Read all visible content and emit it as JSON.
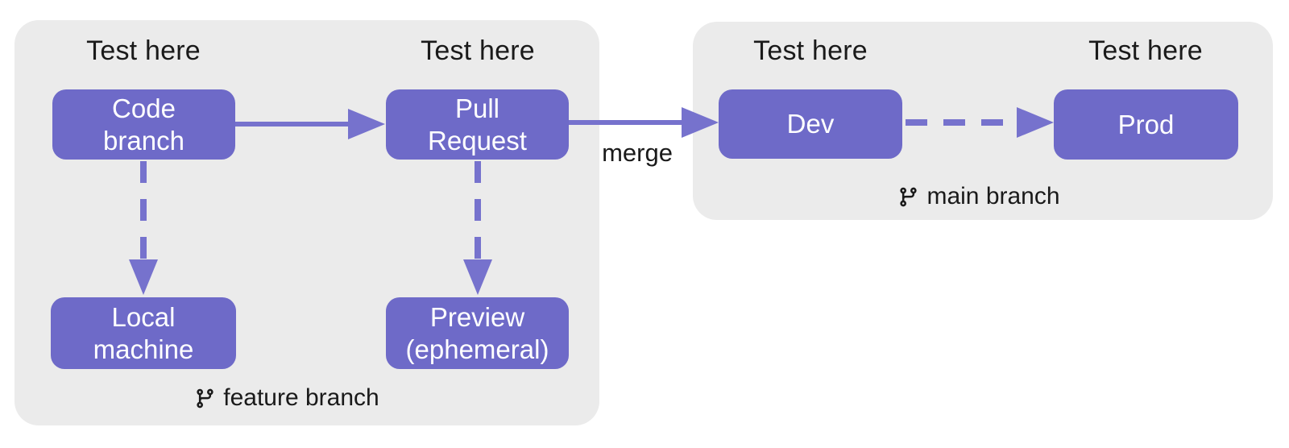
{
  "colors": {
    "node_fill": "#6e6ac8",
    "arrow": "#7672cd",
    "group_bg": "#ebebeb",
    "label_text": "#1a1a1a",
    "node_text": "#ffffff",
    "page_bg": "#ffffff"
  },
  "groups": {
    "feature": {
      "label": "feature branch",
      "icon": "git-branch-icon"
    },
    "main": {
      "label": "main branch",
      "icon": "git-branch-icon"
    }
  },
  "test_labels": {
    "code_branch": "Test here",
    "pull_request": "Test here",
    "dev": "Test here",
    "prod": "Test here"
  },
  "nodes": {
    "code_branch": {
      "line1": "Code",
      "line2": "branch"
    },
    "pull_request": {
      "line1": "Pull",
      "line2": "Request"
    },
    "local_machine": {
      "line1": "Local",
      "line2": "machine"
    },
    "preview": {
      "line1": "Preview",
      "line2": "(ephemeral)"
    },
    "dev": {
      "line1": "Dev",
      "line2": ""
    },
    "prod": {
      "line1": "Prod",
      "line2": ""
    }
  },
  "edges": {
    "code_to_pull_request": {
      "style": "solid",
      "label": ""
    },
    "pull_request_to_dev": {
      "style": "solid",
      "label": "merge"
    },
    "dev_to_prod": {
      "style": "dashed",
      "label": ""
    },
    "code_to_local_machine": {
      "style": "dashed",
      "label": ""
    },
    "pull_request_to_preview": {
      "style": "dashed",
      "label": ""
    }
  }
}
